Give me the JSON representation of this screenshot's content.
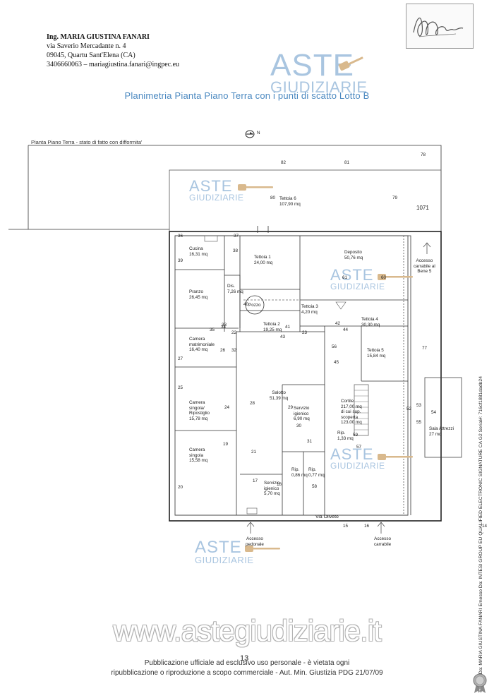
{
  "header": {
    "name": "Ing. MARIA GIUSTINA FANARI",
    "address": "via Saverio Mercadante n. 4",
    "city": "09045, Quartu Sant'Elena (CA)",
    "contact": "3406660063 – mariagiustina.fanari@ingpec.eu"
  },
  "watermark": {
    "line1": "ASTE",
    "line2": "GIUDIZIARIE",
    "url": "www.astegiudiziarie.it"
  },
  "plan": {
    "title": "Planimetria Pianta Piano Terra con i punti di scatto Lotto B",
    "subtitle": "Pianta Piano Terra - stato di fatto con difformita'",
    "north": "N",
    "parcel": "1071",
    "street": "Via Oliveto",
    "rooms": {
      "tettoia6": "Tettoia 6\n107,90 mq",
      "cucina": "Cucina\n16,31 mq",
      "tettoia1": "Tettoia 1\n24,00 mq",
      "deposito": "Deposito\n50,76 mq",
      "pranzo": "Pranzo\n26,45 mq",
      "dis": "Dis.\n7,26 mq",
      "pozzo": "Pozzo",
      "tettoia2": "Tettoia 2\n19,25 mq",
      "tettoia3": "Tettoia 3\n4,20 mq",
      "tettoia4": "Tettoia 4\n30,30 mq",
      "camera_matr": "Camera\nmatrimoniale\n16,40 mq",
      "tettoia5": "Tettoia 5\n15,84 mq",
      "camera_rip": "Camera\nsingola/\nRipostiglio\n15,78 mq",
      "salotto": "Salotto\n51,39 mq",
      "servizio1": "Servizio\nigienico\n6,90 mq",
      "cortile": "Cortile\n217,00 mq\ndi cui sup.\nscoperta\n123,00 mq",
      "sala_attrezzi": "Sala Attrezzi\n27 mq",
      "rip1": "Rip.\n1,33 mq",
      "camera_singola": "Camera\nsingola\n15,58 mq",
      "rip2": "Rip.\n0,86 mq",
      "rip3": "Rip.\n0,77 mq",
      "servizio2": "Servizio\nigienico\n5,70 mq"
    },
    "access": {
      "bene5": "Accesso\ncarrabile al\nBene 5",
      "pedonale": "Accesso\npedonale",
      "carrabile": "Accesso\ncarrabile"
    },
    "points": [
      "78",
      "82",
      "81",
      "80",
      "79",
      "36",
      "37",
      "38",
      "39",
      "60",
      "61",
      "40",
      "41",
      "33",
      "34",
      "35",
      "43",
      "42",
      "44",
      "23",
      "22",
      "32",
      "26",
      "27",
      "56",
      "45",
      "77",
      "25",
      "24",
      "28",
      "29",
      "30",
      "31",
      "52",
      "53",
      "54",
      "55",
      "59",
      "57",
      "19",
      "21",
      "17",
      "18",
      "58",
      "20",
      "15",
      "16",
      "14"
    ]
  },
  "footer": {
    "page": "13",
    "pub_line1": "Pubblicazione ufficiale ad esclusivo uso personale - è vietata ogni",
    "pub_line2": "ripubblicazione o riproduzione a scopo commerciale - Aut. Min. Giustizia PDG 21/07/09",
    "side_text": "Firmato Da: MARIA GIUSTINA FANARI Emesso Da: INTESI GROUP EU QUALIFIED ELECTRONIC SIGNATURE CA G2 Serial#: 716cf1881dadb24"
  }
}
